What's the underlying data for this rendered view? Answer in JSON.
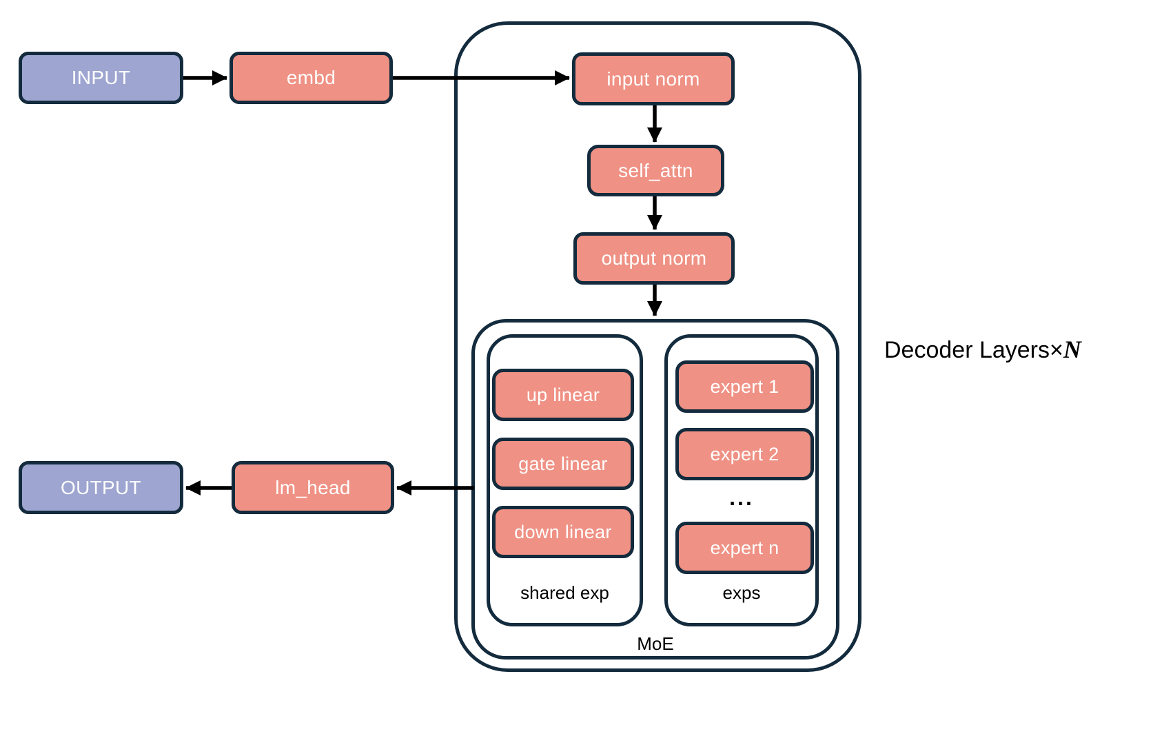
{
  "colors": {
    "node_fill": "#EF9184",
    "io_fill": "#9DA5D0",
    "outline": "#132B3D",
    "arrow": "#000000",
    "node_text": "#FFFFFF",
    "label_text": "#000000",
    "canvas_bg": "#FFFFFF"
  },
  "nodes": {
    "input": "INPUT",
    "embd": "embd",
    "input_norm": "input norm",
    "self_attn": "self_attn",
    "output_norm": "output norm",
    "up_linear": "up linear",
    "gate_linear": "gate linear",
    "down_linear": "down linear",
    "expert_1": "expert 1",
    "expert_2": "expert 2",
    "expert_ellipsis": "...",
    "expert_n": "expert n",
    "lm_head": "lm_head",
    "output": "OUTPUT"
  },
  "groups": {
    "shared_exp": "shared exp",
    "exps": "exps",
    "moe": "MoE",
    "decoder_label_prefix": "Decoder Layers×",
    "decoder_label_n": "N"
  },
  "edges": [
    "INPUT→embd",
    "embd→input norm",
    "input norm→self_attn",
    "self_attn→output norm",
    "output norm→MoE",
    "MoE→lm_head",
    "lm_head→OUTPUT"
  ]
}
